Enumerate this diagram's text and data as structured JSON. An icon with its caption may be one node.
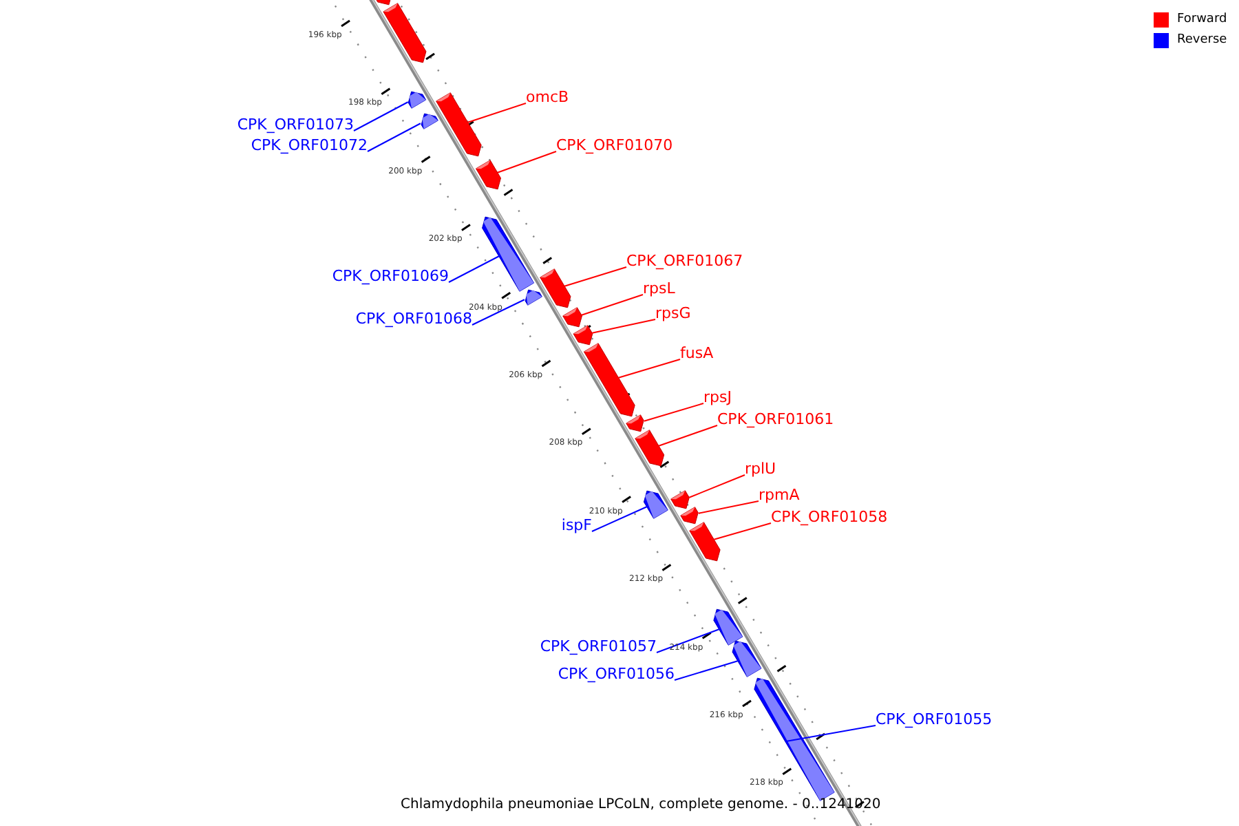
{
  "diagram": {
    "caption": "Chlamydophila pneumoniae LPCoLN, complete genome. - 0..1241020",
    "nodes": [
      {
        "text": [],
        "shape": "bar"
      },
      {
        "text": [],
        "shape": "bar"
      },
      {
        "text": [
          "CPK_ORF01073"
        ]
      },
      {
        "text": [],
        "shape": "bar"
      },
      {
        "text": [
          "omcB"
        ]
      },
      {
        "text": [],
        "shape": "bar"
      },
      {
        "text": [
          "CPK_ORF01072"
        ]
      },
      {
        "text": [],
        "shape": "bar"
      },
      {
        "text": [
          "CPK_ORF01070"
        ]
      },
      {
        "text": [],
        "shape": "bar"
      },
      {
        "text": [
          "CPK_ORF01069"
        ]
      },
      {
        "text": [],
        "shape": "bar"
      },
      {
        "text": [
          "CPK_ORF01067"
        ]
      },
      {
        "text": [],
        "shape": "bar"
      },
      {
        "text": [
          "CPK_ORF01068"
        ]
      },
      {
        "text": [],
        "shape": "bar"
      },
      {
        "text": [
          "rpsL"
        ]
      },
      {
        "text": [],
        "shape": "bar"
      },
      {
        "text": [
          "rpsG"
        ]
      },
      {
        "text": [],
        "shape": "bar"
      },
      {
        "text": [
          "fusA"
        ]
      },
      {
        "text": [],
        "shape": "bar"
      },
      {
        "text": [
          "rpsJ"
        ]
      },
      {
        "text": [],
        "shape": "bar"
      },
      {
        "text": [
          "CPK_ORF01061"
        ]
      },
      {
        "text": [],
        "shape": "bar"
      },
      {
        "text": [
          "rplU"
        ]
      },
      {
        "text": [],
        "shape": "bar"
      },
      {
        "text": [
          "rpmA"
        ]
      },
      {
        "text": [],
        "shape": "bar"
      },
      {
        "text": [
          "ispF"
        ]
      },
      {
        "text": [],
        "shape": "bar"
      },
      {
        "text": [
          "CPK_ORF01058"
        ]
      },
      {
        "text": [],
        "shape": "bar"
      },
      {
        "text": [
          "CPK_ORF01057"
        ]
      },
      {
        "text": [],
        "shape": "bar"
      },
      {
        "text": [
          "CPK_ORF01056"
        ]
      },
      {
        "text": [],
        "shape": "bar"
      },
      {
        "text": [
          "CPK_ORF01055"
        ]
      },
      {
        "text": [],
        "shape": "bar"
      }
    ],
    "edges": [
      {
        "from": 2,
        "to": 3,
        "arrow": "none",
        "color": "#0000ff"
      },
      {
        "from": 4,
        "to": 5,
        "arrow": "none"
      },
      {
        "from": 6,
        "to": 7,
        "arrow": "none",
        "color": "#0000ff"
      },
      {
        "from": 8,
        "to": 9,
        "arrow": "none"
      },
      {
        "from": 10,
        "to": 11,
        "arrow": "none",
        "color": "#0000ff"
      },
      {
        "from": 12,
        "to": 13,
        "arrow": "none"
      },
      {
        "from": 14,
        "to": 15,
        "arrow": "none",
        "color": "#0000ff"
      },
      {
        "from": 16,
        "to": 17,
        "arrow": "none"
      },
      {
        "from": 18,
        "to": 19,
        "arrow": "none"
      },
      {
        "from": 20,
        "to": 21,
        "arrow": "none"
      },
      {
        "from": 22,
        "to": 23,
        "arrow": "none"
      },
      {
        "from": 24,
        "to": 25,
        "arrow": "none"
      },
      {
        "from": 26,
        "to": 27,
        "arrow": "none"
      },
      {
        "from": 28,
        "to": 29,
        "arrow": "none"
      },
      {
        "from": 30,
        "to": 31,
        "arrow": "none",
        "color": "#0000ff"
      },
      {
        "from": 32,
        "to": 33,
        "arrow": "none"
      },
      {
        "from": 34,
        "to": 35,
        "arrow": "none",
        "color": "#0000ff"
      },
      {
        "from": 36,
        "to": 37,
        "arrow": "none",
        "color": "#0000ff"
      },
      {
        "from": 38,
        "to": 39,
        "arrow": "none",
        "color": "#0000ff"
      }
    ],
    "labels": [
      "196 kbp",
      "198 kbp",
      "200 kbp",
      "202 kbp",
      "204 kbp",
      "206 kbp",
      "208 kbp",
      "210 kbp",
      "212 kbp",
      "214 kbp",
      "216 kbp",
      "218 kbp"
    ],
    "legend": [
      {
        "text": "Forward",
        "color": "#ff0000"
      },
      {
        "text": "Reverse",
        "color": "#0000ff"
      }
    ]
  }
}
